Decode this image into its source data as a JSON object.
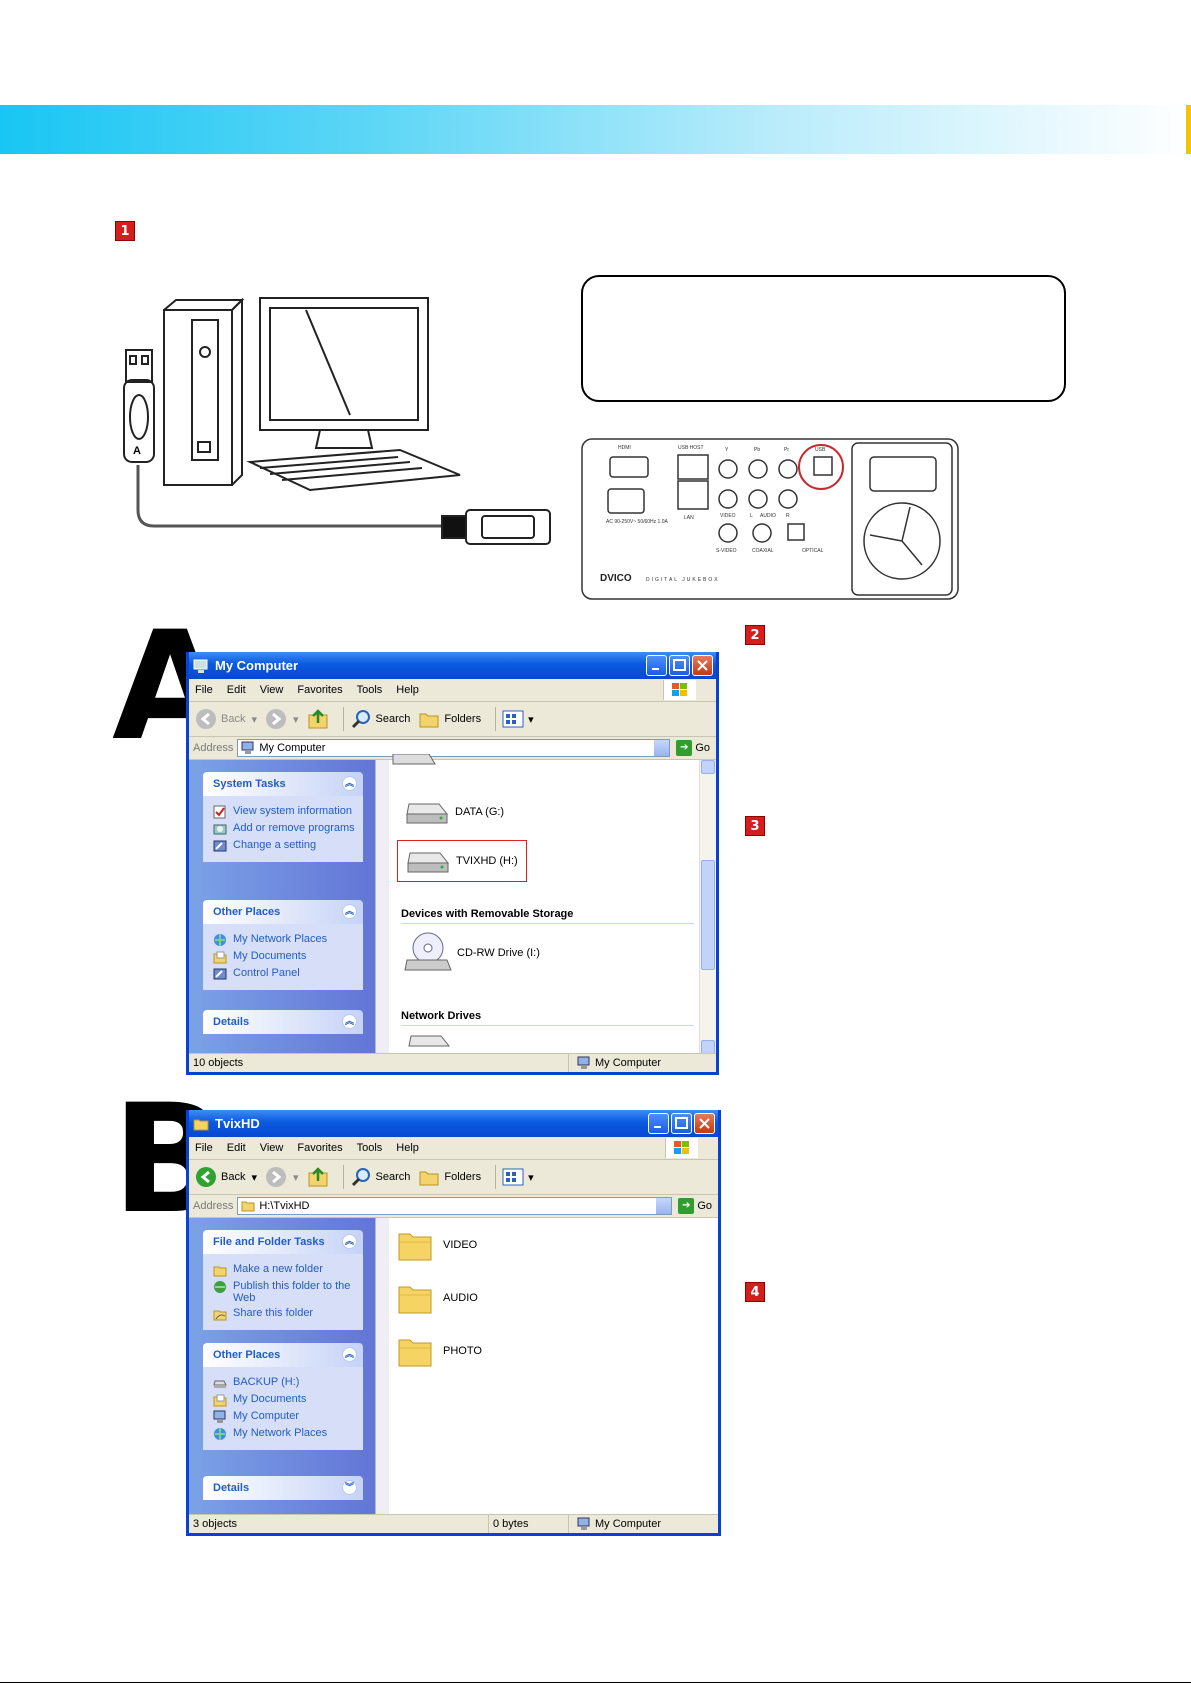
{
  "steps": [
    "1",
    "2",
    "3",
    "4"
  ],
  "letters": {
    "a": "A",
    "b": "B"
  },
  "hardware_photo": {
    "connector_letter": "A",
    "ports": {
      "hdmi": "HDMI",
      "usb_host": "USB HOST",
      "lan": "LAN",
      "ac": "AC 90-250V~ 50/60Hz 1.0A",
      "y": "Y",
      "pb": "Pb",
      "pr": "Pr",
      "usb": "USB",
      "video": "VIDEO",
      "l": "L",
      "audio": "AUDIO",
      "r": "R",
      "svideo": "S-VIDEO",
      "coaxial": "COAXIAL",
      "optical": "OPTICAL"
    },
    "brand": "DVICO",
    "brand_tagline": "DIGITAL JUKEBOX"
  },
  "window_a": {
    "title": "My Computer",
    "menu": [
      "File",
      "Edit",
      "View",
      "Favorites",
      "Tools",
      "Help"
    ],
    "toolbar": {
      "back": "Back",
      "search": "Search",
      "folders": "Folders"
    },
    "address_label": "Address",
    "address_value": "My Computer",
    "go": "Go",
    "panels": [
      {
        "title": "System Tasks",
        "items": [
          "View system information",
          "Add or remove programs",
          "Change a setting"
        ]
      },
      {
        "title": "Other Places",
        "items": [
          "My Network Places",
          "My Documents",
          "Control Panel"
        ]
      },
      {
        "title": "Details",
        "items": []
      }
    ],
    "drives": [
      "DATA (G:)",
      "TVIXHD (H:)"
    ],
    "group_removable": "Devices with Removable Storage",
    "removable": [
      "CD-RW Drive (I:)"
    ],
    "group_network": "Network Drives",
    "status": {
      "count": "10 objects",
      "location": "My Computer"
    }
  },
  "window_b": {
    "title": "TvixHD",
    "menu": [
      "File",
      "Edit",
      "View",
      "Favorites",
      "Tools",
      "Help"
    ],
    "toolbar": {
      "back": "Back",
      "search": "Search",
      "folders": "Folders"
    },
    "address_label": "Address",
    "address_value": "H:\\TvixHD",
    "go": "Go",
    "panels": [
      {
        "title": "File and Folder Tasks",
        "items": [
          "Make a new folder",
          "Publish this folder to the Web",
          "Share this folder"
        ]
      },
      {
        "title": "Other Places",
        "items": [
          "BACKUP (H:)",
          "My Documents",
          "My Computer",
          "My Network Places"
        ]
      },
      {
        "title": "Details",
        "items": []
      }
    ],
    "folders": [
      "VIDEO",
      "AUDIO",
      "PHOTO"
    ],
    "status": {
      "count": "3 objects",
      "size": "0 bytes",
      "location": "My Computer"
    }
  }
}
